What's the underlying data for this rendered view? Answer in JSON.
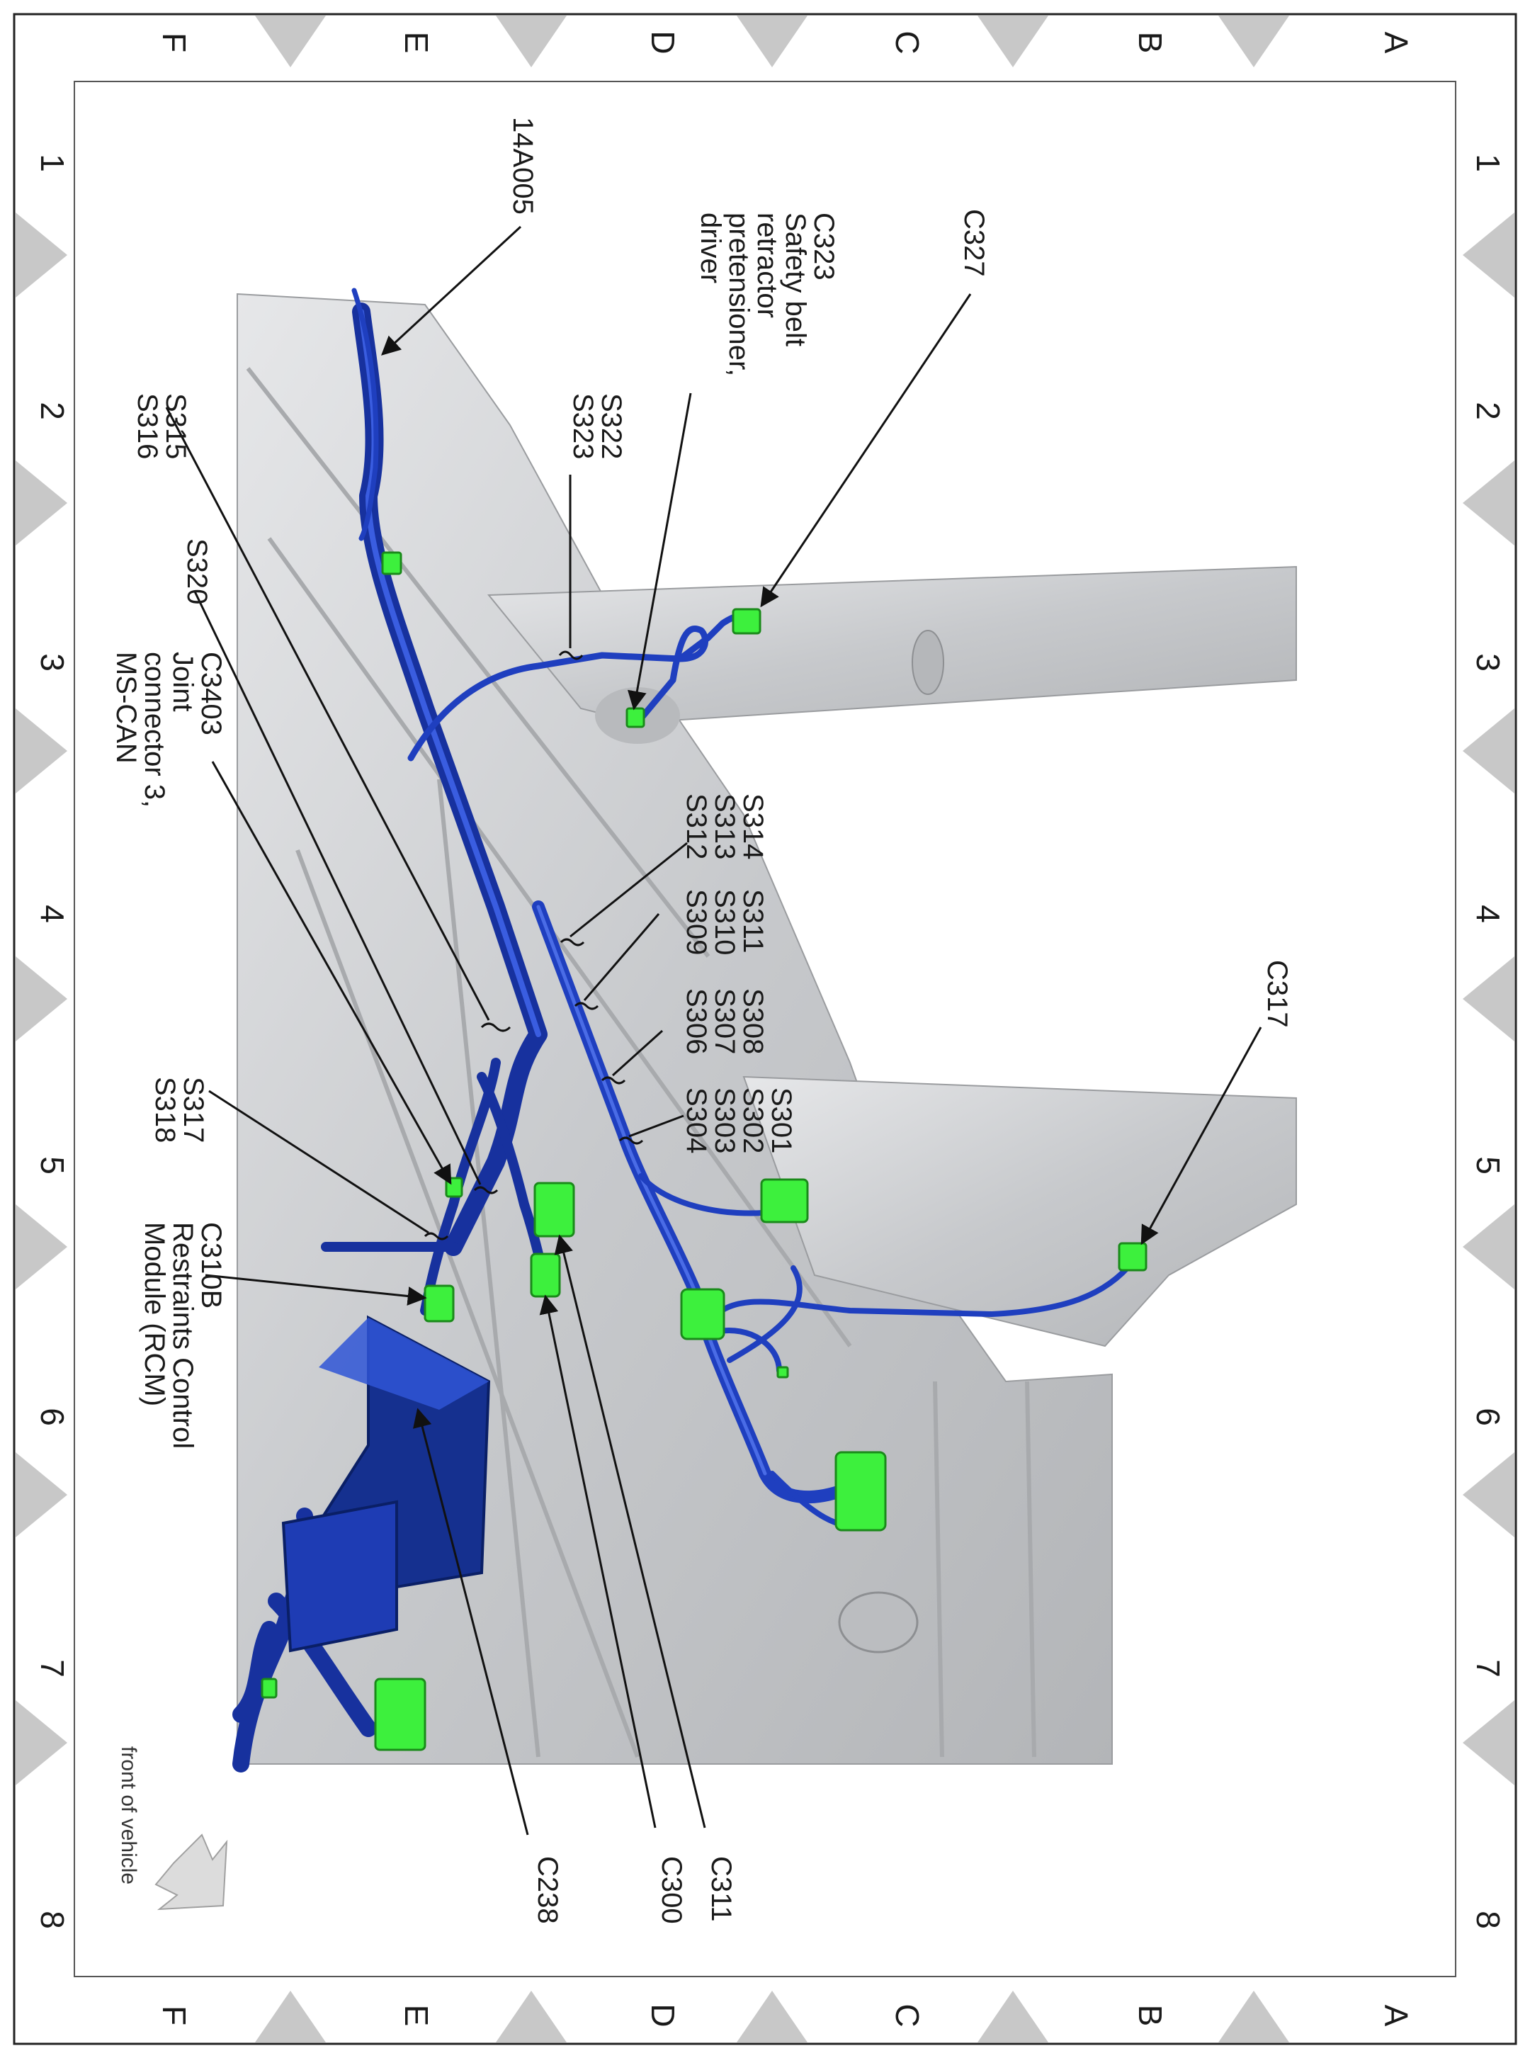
{
  "grid": {
    "rows": [
      "A",
      "B",
      "C",
      "D",
      "E",
      "F"
    ],
    "columns": [
      "1",
      "2",
      "3",
      "4",
      "5",
      "6",
      "7",
      "8"
    ]
  },
  "labels": {
    "l_14a005": "14A005",
    "l_c323": "C323",
    "l_c323_d1": "Safety belt",
    "l_c323_d2": "retractor",
    "l_c323_d3": "pretensioner,",
    "l_c323_d4": "driver",
    "l_c327": "C327",
    "l_s322": "S322",
    "l_s323": "S323",
    "l_s315": "S315",
    "l_s316": "S316",
    "l_s320": "S320",
    "l_c3403": "C3403",
    "l_c3403_d1": "Joint",
    "l_c3403_d2": "connector 3,",
    "l_c3403_d3": "MS-CAN",
    "l_s314": "S314",
    "l_s313": "S313",
    "l_s312": "S312",
    "l_s311": "S311",
    "l_s310": "S310",
    "l_s309": "S309",
    "l_s308": "S308",
    "l_s307": "S307",
    "l_s306": "S306",
    "l_s301": "S301",
    "l_s302": "S302",
    "l_s303": "S303",
    "l_s304": "S304",
    "l_c317": "C317",
    "l_s317": "S317",
    "l_s318": "S318",
    "l_c310b": "C310B",
    "l_c310b_d1": "Restraints Control",
    "l_c310b_d2": "Module (RCM)",
    "l_c311": "C311",
    "l_c300": "C300",
    "l_c238": "C238",
    "front_of_vehicle": "front of vehicle"
  },
  "colors": {
    "harness": "#1f3fbf",
    "harness_dark": "#0d2a9a",
    "connector": "#3df03d",
    "body_panel": "#cfd1d4"
  }
}
